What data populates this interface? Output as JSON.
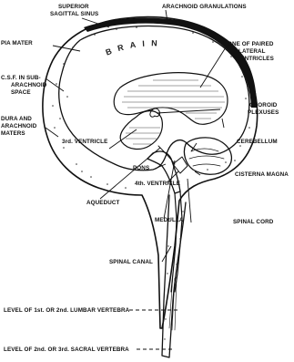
{
  "labels": {
    "superior_sagittal_sinus": [
      "SUPERIOR",
      "SAGITTAL SINUS"
    ],
    "arachnoid_granulations": "ARACHNOID GRANULATIONS",
    "pia_mater": "PIA MATER",
    "lateral_ventricles": [
      "ONE OF PAIRED",
      "LATERAL",
      "VENTRICLES"
    ],
    "csf_subarachnoid": [
      "C.S.F. IN SUB-",
      "ARACHNOID",
      "SPACE"
    ],
    "choroid_plexuses": [
      "CHOROID",
      "PLEXUSES"
    ],
    "dura_arachnoid": [
      "DURA AND",
      "ARACHNOID",
      "MATERS"
    ],
    "third_ventricle": "3rd. VENTRICLE",
    "cerebellum": "CEREBELLUM",
    "pons": "PONS",
    "cisterna_magna": "CISTERNA MAGNA",
    "fourth_ventricle": "4th. VENTRICLE",
    "aqueduct": "AQUEDUCT",
    "medulla": "MEDULLA",
    "spinal_cord": "SPINAL CORD",
    "spinal_canal": "SPINAL CANAL",
    "lumbar_level": "LEVEL OF 1st. OR 2nd. LUMBAR VERTEBRA",
    "sacral_level": "LEVEL OF 2nd. OR 3rd. SACRAL VERTEBRA",
    "brain_word": "BRAIN"
  }
}
